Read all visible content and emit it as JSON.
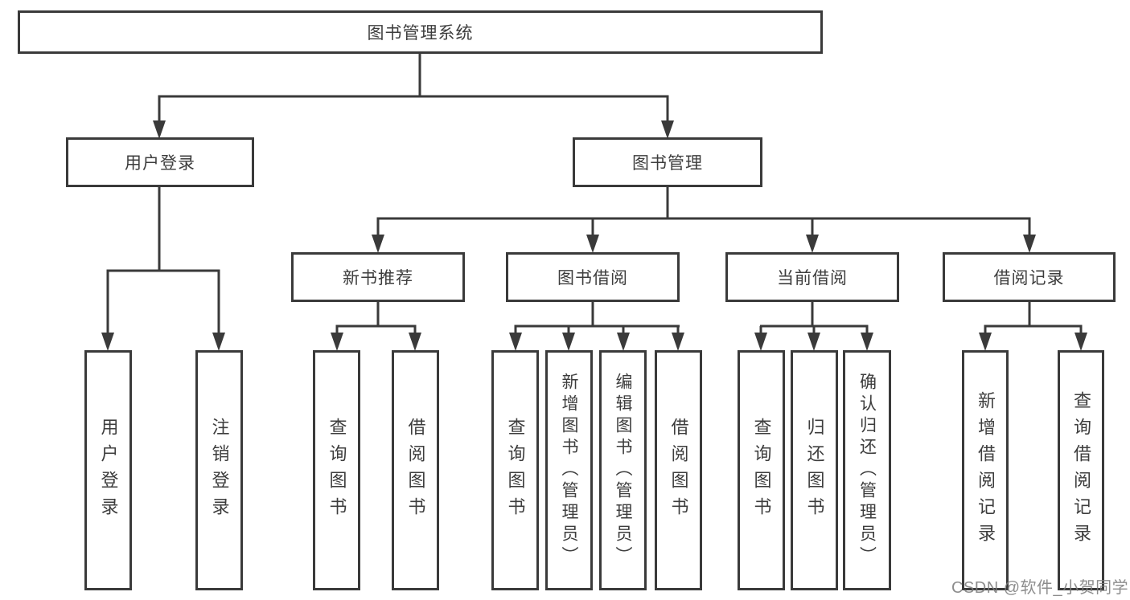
{
  "colors": {
    "line": "#3a3a3a",
    "text": "#3d3d3d",
    "background": "#ffffff"
  },
  "tree": {
    "root": {
      "label": "图书管理系统"
    },
    "user_login": {
      "label": "用户登录",
      "children": {
        "login": "用户登录",
        "logout": "注销登录"
      }
    },
    "book_management": {
      "label": "图书管理",
      "modules": {
        "new_book": {
          "label": "新书推荐",
          "children": {
            "query": "查询图书",
            "borrow": "借阅图书"
          }
        },
        "book_borrow": {
          "label": "图书借阅",
          "children": {
            "query": "查询图书",
            "add": "新增图书（管理员）",
            "edit": "编辑图书（管理员）",
            "borrow": "借阅图书"
          }
        },
        "current_borrow": {
          "label": "当前借阅",
          "children": {
            "query": "查询图书",
            "return": "归还图书",
            "confirm_return": "确认归还（管理员）"
          }
        },
        "borrow_record": {
          "label": "借阅记录",
          "children": {
            "add": "新增借阅记录",
            "query": "查询借阅记录"
          }
        }
      }
    }
  },
  "watermark": "CSDN @软件_小贺同学"
}
